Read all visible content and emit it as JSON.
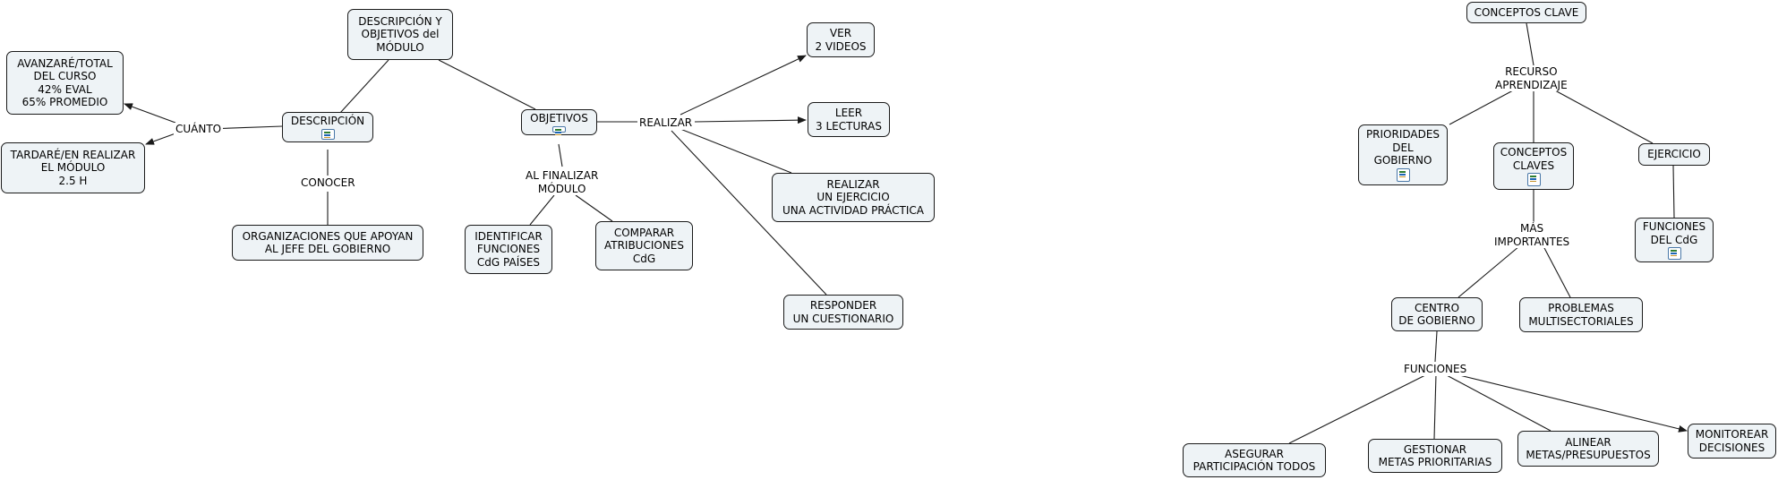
{
  "left_map": {
    "descripcion_objetivos": "DESCRIPCIÓN Y\nOBJETIVOS del\nMÓDULO",
    "descripcion": "DESCRIPCIÓN",
    "objetivos": "OBJETIVOS",
    "avanzare": "AVANZARÉ/TOTAL\nDEL CURSO\n42% EVAL\n65% PROMEDIO",
    "tardare": "TARDARÉ/EN REALIZAR\nEL MÓDULO\n2.5 H",
    "organizaciones": "ORGANIZACIONES QUE APOYAN\nAL JEFE DEL GOBIERNO",
    "identificar": "IDENTIFICAR\nFUNCIONES\nCdG PAÍSES",
    "comparar": "COMPARAR\nATRIBUCIONES\nCdG",
    "ver": "VER\n2 VIDEOS",
    "leer": "LEER\n3 LECTURAS",
    "realizar_ejercicio": "REALIZAR\nUN EJERCICIO\nUNA ACTIVIDAD PRÁCTICA",
    "responder": "RESPONDER\nUN CUESTIONARIO",
    "lbl_cuanto": "CUÁNTO",
    "lbl_conocer": "CONOCER",
    "lbl_al_finalizar": "AL FINALIZAR\nMÓDULO",
    "lbl_realizar": "REALIZAR"
  },
  "right_map": {
    "conceptos_clave": "CONCEPTOS CLAVE",
    "prioridades": "PRIORIDADES\nDEL\nGOBIERNO",
    "conceptos_claves": "CONCEPTOS\nCLAVES",
    "ejercicio": "EJERCICIO",
    "funciones_cdg": "FUNCIONES\nDEL CdG",
    "centro_gobierno": "CENTRO\nDE GOBIERNO",
    "problemas": "PROBLEMAS\nMULTISECTORIALES",
    "asegurar": "ASEGURAR\nPARTICIPACIÓN TODOS",
    "gestionar": "GESTIONAR\nMETAS PRIORITARIAS",
    "alinear": "ALINEAR\nMETAS/PRESUPUESTOS",
    "monitorear": "MONITOREAR\nDECISIONES",
    "lbl_recurso": "RECURSO\nAPRENDIZAJE",
    "lbl_mas_importantes": "MÁS\nIMPORTANTES",
    "lbl_funciones": "FUNCIONES"
  },
  "icons": [
    "resource-attachment-icon"
  ],
  "colors": {
    "node_fill": "#eef3f6",
    "node_border": "#1a1a1a",
    "edge": "#1a1a1a"
  }
}
